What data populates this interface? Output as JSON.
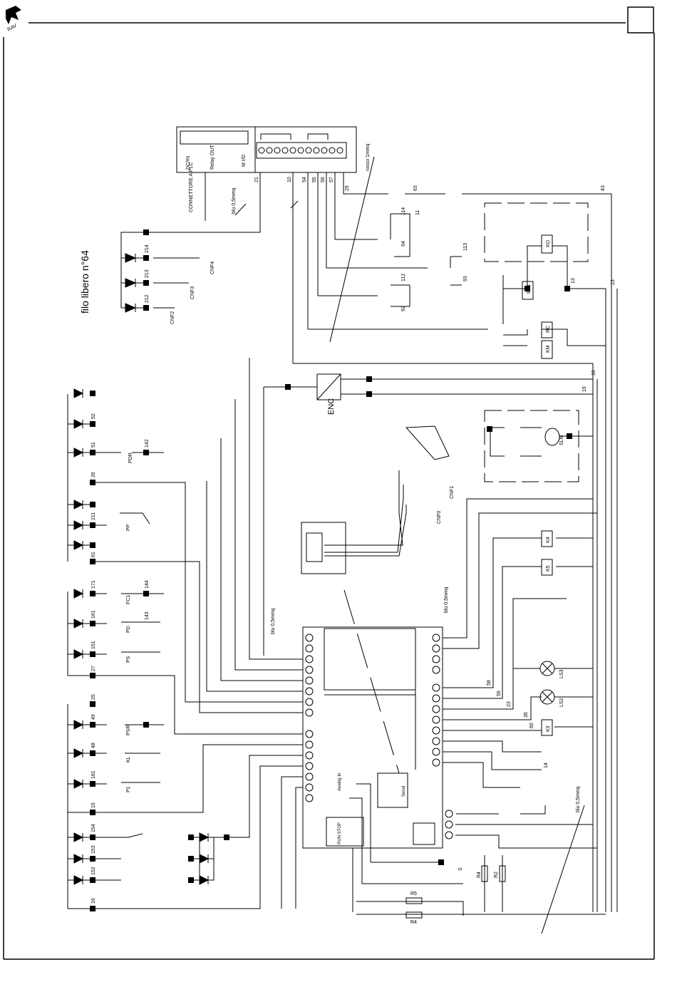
{
  "diagram": {
    "note": "filo libero n°64",
    "wire_specs": {
      "rosso": "rosso 1mmq",
      "blu_main": "blu 0,5mmq",
      "blu_top": "blu 0,5mmq",
      "blu_right": "blu 0,5mmq",
      "blu_bottom": "blu 0,5mmq"
    },
    "plc": {
      "labels": [
        "DC/IN",
        "Relay OUT",
        "M I/O"
      ],
      "connector": "CONNETTORE A PLC",
      "serial": "Serial",
      "run_stop": "RUN STOP",
      "analog": "Analog In"
    },
    "encoder": "ENC",
    "motor": "SLM",
    "components": {
      "relays": [
        "K4",
        "K5",
        "K3",
        "KO",
        "EV1",
        "RC",
        "KM"
      ],
      "lamps": [
        "LS3",
        "LS2"
      ],
      "resistors": [
        "R5",
        "R4",
        "R4",
        "R2"
      ],
      "sensors": [
        "PDR",
        "PP",
        "FC1",
        "PD",
        "PS",
        "PSR",
        "KL",
        "P1"
      ],
      "switches": [
        "S"
      ]
    },
    "top_wires": [
      "21",
      "10",
      "54",
      "55",
      "56",
      "57",
      "29",
      "63",
      "43",
      "114",
      "11",
      "113",
      "112",
      "94",
      "93",
      "92",
      "13"
    ],
    "left_wires": [
      "52",
      "51",
      "26",
      "211",
      "61",
      "171",
      "161",
      "151",
      "27",
      "25",
      "49",
      "48",
      "181",
      "15",
      "154",
      "153",
      "152",
      "16",
      "214",
      "213",
      "212",
      "142",
      "143",
      "144"
    ],
    "right_wires": [
      "10",
      "19",
      "58",
      "59",
      "23",
      "35",
      "60",
      "14",
      "13"
    ],
    "connectors": [
      "CNF0",
      "CNF1",
      "CNF2",
      "CNF3",
      "CNF4"
    ],
    "colors": {
      "line": "#000000",
      "background": "#ffffff"
    }
  }
}
